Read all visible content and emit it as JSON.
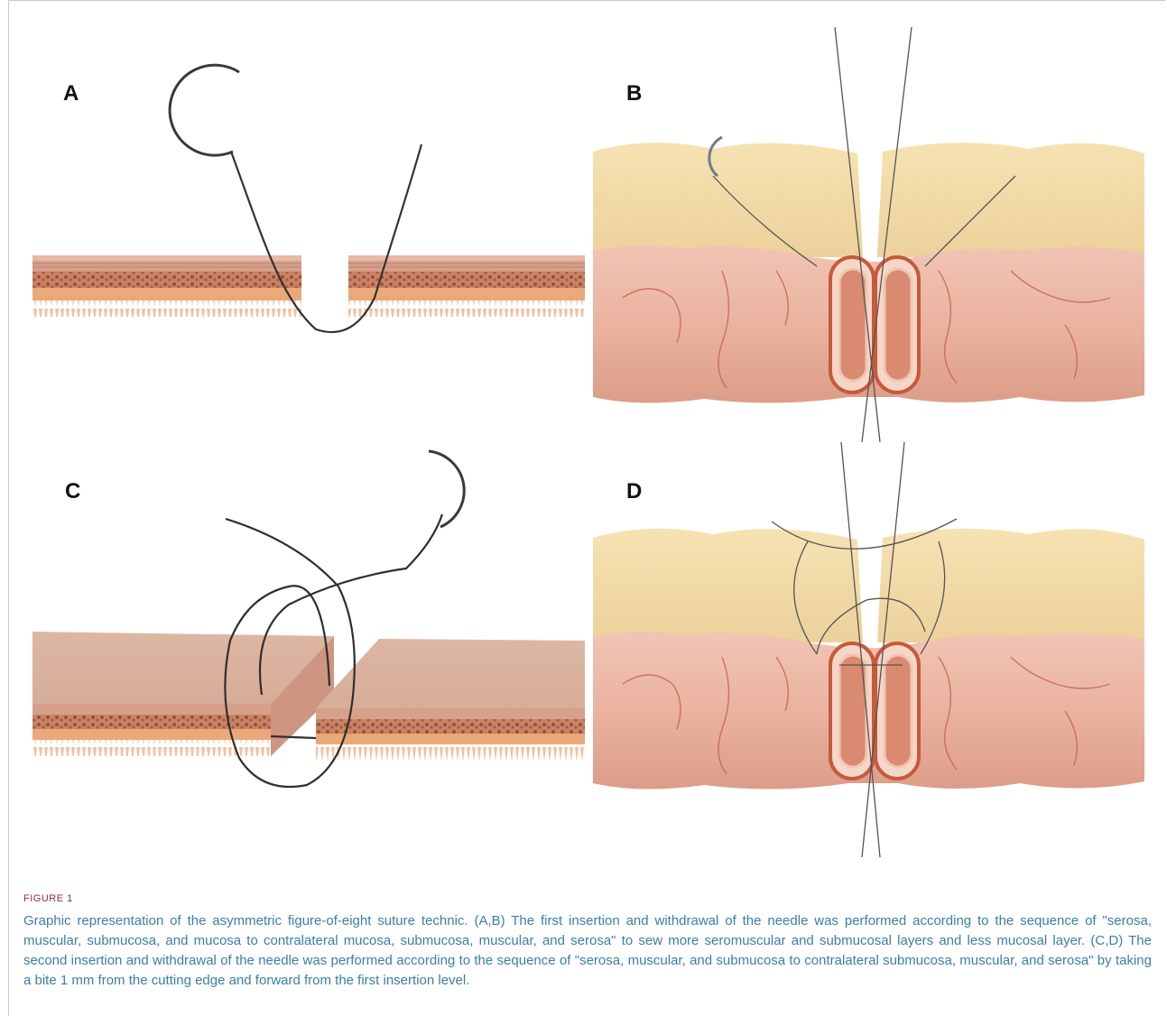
{
  "panels": [
    {
      "letter": "A",
      "view": "tissue layers, needle insertion"
    },
    {
      "letter": "B",
      "view": "bowel wall, first stitch"
    },
    {
      "letter": "C",
      "view": "tissue layers, figure-of-eight loop"
    },
    {
      "letter": "D",
      "view": "bowel wall, completed figure-of-eight"
    }
  ],
  "caption": {
    "label": "FIGURE 1",
    "text": "Graphic representation of the asymmetric figure-of-eight suture technic. (A,B) The first insertion and withdrawal of the needle was performed according to the sequence of \"serosa, muscular, submucosa, and mucosa to contralateral mucosa, submucosa, muscular, and serosa\" to sew more seromuscular and submucosal layers and less mucosal layer. (C,D) The second insertion and withdrawal of the needle was performed according to the sequence of \"serosa, muscular, and submucosa to contralateral submucosa, muscular, and serosa\" by taking a bite 1 mm from the cutting edge and forward from the first insertion level."
  },
  "colors": {
    "fat": "#f0d9a3",
    "serosa": "#eab9a8",
    "muscle_band": "#c98f78",
    "submucosa_pattern": "#b96c54",
    "mucosa_villi": "#f6c9a8",
    "lumen_outline": "#c65a3a",
    "suture": "#333333",
    "caption_label": "#9a2b3a",
    "caption_text": "#3b7fa7"
  }
}
